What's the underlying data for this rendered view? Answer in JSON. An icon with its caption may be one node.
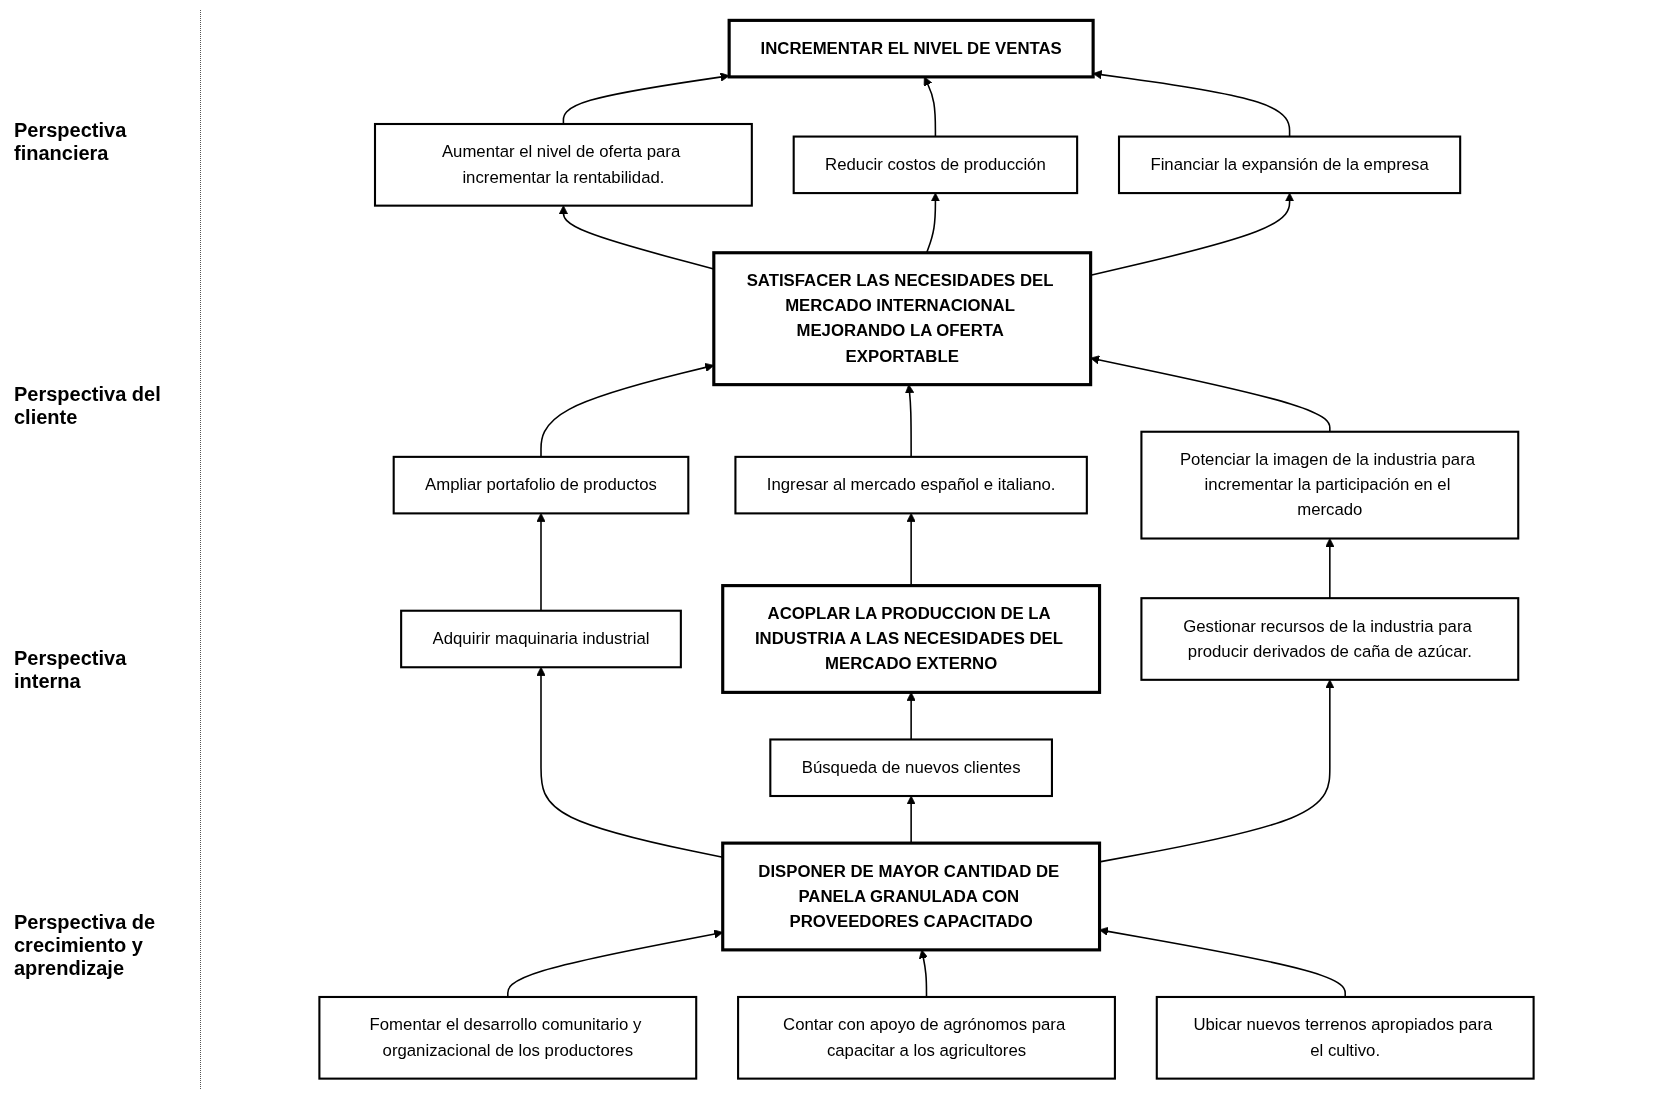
{
  "diagram": {
    "nodes": [
      {
        "text": [
          "INCREMENTAR EL NIVEL DE VENTAS"
        ]
      },
      {
        "text": [
          "Aumentar el nivel de oferta para incrementar la rentabilidad."
        ]
      },
      {
        "text": [
          "Reducir costos de producción"
        ]
      },
      {
        "text": [
          "Financiar la expansión de la empresa"
        ]
      },
      {
        "text": [
          "SATISFACER LAS NECESIDADES DEL MERCADO INTERNACIONAL MEJORANDO LA OFERTA EXPORTABLE"
        ]
      },
      {
        "text": [
          "Ampliar portafolio de productos"
        ]
      },
      {
        "text": [
          "Ingresar al mercado español e italiano."
        ]
      },
      {
        "text": [
          "Potenciar la imagen de la industria para incrementar la participación en el mercado"
        ]
      },
      {
        "text": [
          "ACOPLAR LA PRODUCCION DE LA INDUSTRIA A LAS NECESIDADES DEL MERCADO EXTERNO"
        ]
      },
      {
        "text": [
          "Adquirir maquinaria industrial"
        ]
      },
      {
        "text": [
          "Búsqueda de nuevos clientes"
        ]
      },
      {
        "text": [
          "Gestionar recursos de la industria para producir derivados de caña de azúcar."
        ]
      },
      {
        "text": [
          "DISPONER DE MAYOR CANTIDAD DE PANELA GRANULADA CON PROVEEDORES CAPACITADO"
        ]
      },
      {
        "text": [
          "Fomentar el desarrollo comunitario y organizacional de los productores"
        ]
      },
      {
        "text": [
          "Contar con apoyo de agrónomos para capacitar a los agricultores"
        ]
      },
      {
        "text": [
          "Ubicar nuevos terrenos apropiados para el cultivo."
        ]
      }
    ],
    "edges": [
      {
        "from": 1,
        "to": 0,
        "arrow": "to"
      },
      {
        "from": 2,
        "to": 0,
        "arrow": "to"
      },
      {
        "from": 3,
        "to": 0,
        "arrow": "to"
      },
      {
        "from": 4,
        "to": 1,
        "arrow": "to"
      },
      {
        "from": 4,
        "to": 2,
        "arrow": "to"
      },
      {
        "from": 4,
        "to": 3,
        "arrow": "to"
      },
      {
        "from": 5,
        "to": 4,
        "arrow": "to"
      },
      {
        "from": 6,
        "to": 4,
        "arrow": "to"
      },
      {
        "from": 7,
        "to": 4,
        "arrow": "to"
      },
      {
        "from": 9,
        "to": 5,
        "arrow": "to"
      },
      {
        "from": 8,
        "to": 6,
        "arrow": "to"
      },
      {
        "from": 11,
        "to": 7,
        "arrow": "to"
      },
      {
        "from": 10,
        "to": 8,
        "arrow": "to"
      },
      {
        "from": 12,
        "to": 9,
        "arrow": "to"
      },
      {
        "from": 12,
        "to": 10,
        "arrow": "to"
      },
      {
        "from": 12,
        "to": 11,
        "arrow": "to"
      },
      {
        "from": 13,
        "to": 12,
        "arrow": "to"
      },
      {
        "from": 14,
        "to": 12,
        "arrow": "to"
      },
      {
        "from": 15,
        "to": 12,
        "arrow": "to"
      }
    ],
    "labels": [
      "Perspectiva financiera",
      "Perspectiva del cliente",
      "Perspectiva interna",
      "Perspectiva de crecimiento y aprendizaje"
    ]
  }
}
